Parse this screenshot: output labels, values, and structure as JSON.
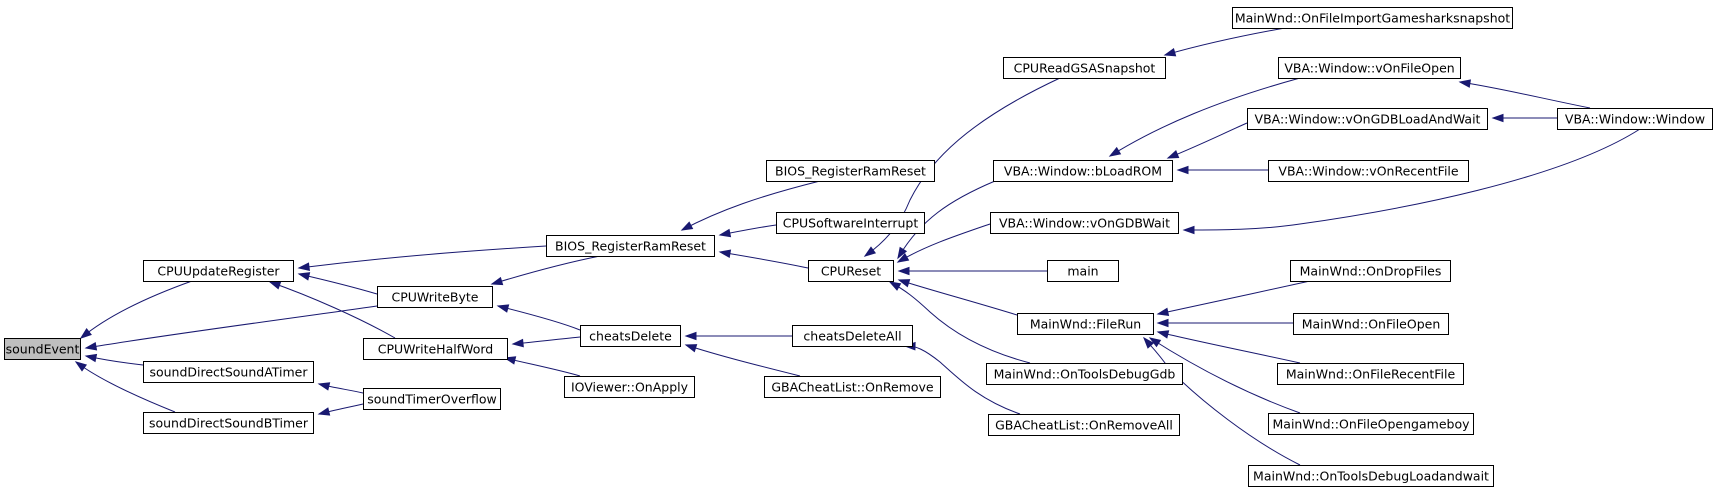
{
  "graph": {
    "edge_color": "#191970",
    "node_fill": "#ffffff",
    "root_fill": "#bfbfbf",
    "nodes": [
      {
        "id": "soundEvent",
        "label": "soundEvent",
        "highlight": true
      },
      {
        "id": "CPUUpdateRegister",
        "label": "CPUUpdateRegister"
      },
      {
        "id": "soundDirectSoundATimer",
        "label": "soundDirectSoundATimer"
      },
      {
        "id": "soundDirectSoundBTimer",
        "label": "soundDirectSoundBTimer"
      },
      {
        "id": "CPUWriteByte",
        "label": "CPUWriteByte"
      },
      {
        "id": "CPUWriteHalfWord",
        "label": "CPUWriteHalfWord"
      },
      {
        "id": "soundTimerOverflow",
        "label": "soundTimerOverflow"
      },
      {
        "id": "BIOS_RegisterRamReset_1",
        "label": "BIOS_RegisterRamReset"
      },
      {
        "id": "cheatsDelete",
        "label": "cheatsDelete"
      },
      {
        "id": "IOViewer_OnApply",
        "label": "IOViewer::OnApply"
      },
      {
        "id": "BIOS_RegisterRamReset_2",
        "label": "BIOS_RegisterRamReset"
      },
      {
        "id": "CPUSoftwareInterrupt",
        "label": "CPUSoftwareInterrupt"
      },
      {
        "id": "CPUReset",
        "label": "CPUReset"
      },
      {
        "id": "cheatsDeleteAll",
        "label": "cheatsDeleteAll"
      },
      {
        "id": "GBACheatList_OnRemove",
        "label": "GBACheatList::OnRemove"
      },
      {
        "id": "CPUReadGSASnapshot",
        "label": "CPUReadGSASnapshot"
      },
      {
        "id": "VBA_bLoadROM",
        "label": "VBA::Window::bLoadROM"
      },
      {
        "id": "VBA_vOnGDBWait",
        "label": "VBA::Window::vOnGDBWait"
      },
      {
        "id": "main",
        "label": "main"
      },
      {
        "id": "MainWnd_FileRun",
        "label": "MainWnd::FileRun"
      },
      {
        "id": "MainWnd_OnToolsDebugGdb",
        "label": "MainWnd::OnToolsDebugGdb"
      },
      {
        "id": "GBACheatList_OnRemoveAll",
        "label": "GBACheatList::OnRemoveAll"
      },
      {
        "id": "MainWnd_OnFileImportGamesharksnapshot",
        "label": "MainWnd::OnFileImportGamesharksnapshot"
      },
      {
        "id": "VBA_vOnFileOpen",
        "label": "VBA::Window::vOnFileOpen"
      },
      {
        "id": "VBA_vOnGDBLoadAndWait",
        "label": "VBA::Window::vOnGDBLoadAndWait"
      },
      {
        "id": "VBA_vOnRecentFile",
        "label": "VBA::Window::vOnRecentFile"
      },
      {
        "id": "VBA_Window",
        "label": "VBA::Window::Window"
      },
      {
        "id": "MainWnd_OnDropFiles",
        "label": "MainWnd::OnDropFiles"
      },
      {
        "id": "MainWnd_OnFileOpen",
        "label": "MainWnd::OnFileOpen"
      },
      {
        "id": "MainWnd_OnFileRecentFile",
        "label": "MainWnd::OnFileRecentFile"
      },
      {
        "id": "MainWnd_OnFileOpengameboy",
        "label": "MainWnd::OnFileOpengameboy"
      },
      {
        "id": "MainWnd_OnToolsDebugLoadandwait",
        "label": "MainWnd::OnToolsDebugLoadandwait"
      }
    ],
    "edges": [
      {
        "from": "CPUUpdateRegister",
        "to": "soundEvent"
      },
      {
        "from": "CPUWriteByte",
        "to": "soundEvent"
      },
      {
        "from": "soundDirectSoundATimer",
        "to": "soundEvent"
      },
      {
        "from": "soundDirectSoundBTimer",
        "to": "soundEvent"
      },
      {
        "from": "BIOS_RegisterRamReset_1",
        "to": "CPUUpdateRegister"
      },
      {
        "from": "CPUWriteByte",
        "to": "CPUUpdateRegister"
      },
      {
        "from": "CPUWriteHalfWord",
        "to": "CPUUpdateRegister"
      },
      {
        "from": "soundTimerOverflow",
        "to": "soundDirectSoundATimer"
      },
      {
        "from": "soundTimerOverflow",
        "to": "soundDirectSoundBTimer"
      },
      {
        "from": "BIOS_RegisterRamReset_1",
        "to": "CPUWriteByte"
      },
      {
        "from": "cheatsDelete",
        "to": "CPUWriteByte"
      },
      {
        "from": "cheatsDelete",
        "to": "CPUWriteHalfWord"
      },
      {
        "from": "IOViewer_OnApply",
        "to": "CPUWriteHalfWord"
      },
      {
        "from": "BIOS_RegisterRamReset_2",
        "to": "BIOS_RegisterRamReset_1"
      },
      {
        "from": "CPUSoftwareInterrupt",
        "to": "BIOS_RegisterRamReset_1"
      },
      {
        "from": "CPUReset",
        "to": "BIOS_RegisterRamReset_1"
      },
      {
        "from": "cheatsDeleteAll",
        "to": "cheatsDelete"
      },
      {
        "from": "GBACheatList_OnRemove",
        "to": "cheatsDelete"
      },
      {
        "from": "CPUReadGSASnapshot",
        "to": "CPUReset"
      },
      {
        "from": "VBA_bLoadROM",
        "to": "CPUReset"
      },
      {
        "from": "VBA_vOnGDBWait",
        "to": "CPUReset"
      },
      {
        "from": "main",
        "to": "CPUReset"
      },
      {
        "from": "MainWnd_FileRun",
        "to": "CPUReset"
      },
      {
        "from": "MainWnd_OnToolsDebugGdb",
        "to": "CPUReset"
      },
      {
        "from": "GBACheatList_OnRemoveAll",
        "to": "cheatsDeleteAll"
      },
      {
        "from": "MainWnd_OnFileImportGamesharksnapshot",
        "to": "CPUReadGSASnapshot"
      },
      {
        "from": "VBA_vOnFileOpen",
        "to": "VBA_bLoadROM"
      },
      {
        "from": "VBA_vOnGDBLoadAndWait",
        "to": "VBA_bLoadROM"
      },
      {
        "from": "VBA_vOnRecentFile",
        "to": "VBA_bLoadROM"
      },
      {
        "from": "VBA_Window",
        "to": "VBA_vOnGDBWait"
      },
      {
        "from": "VBA_Window",
        "to": "VBA_vOnFileOpen"
      },
      {
        "from": "VBA_Window",
        "to": "VBA_vOnGDBLoadAndWait"
      },
      {
        "from": "MainWnd_OnDropFiles",
        "to": "MainWnd_FileRun"
      },
      {
        "from": "MainWnd_OnFileOpen",
        "to": "MainWnd_FileRun"
      },
      {
        "from": "MainWnd_OnFileRecentFile",
        "to": "MainWnd_FileRun"
      },
      {
        "from": "MainWnd_OnFileOpengameboy",
        "to": "MainWnd_FileRun"
      },
      {
        "from": "MainWnd_OnToolsDebugLoadandwait",
        "to": "MainWnd_FileRun"
      }
    ]
  }
}
